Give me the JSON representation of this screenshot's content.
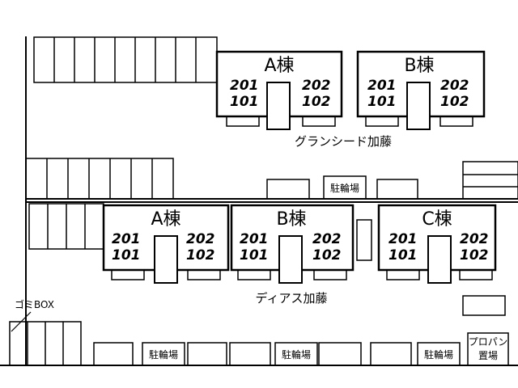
{
  "complexes": [
    {
      "name": "グランシード加藤",
      "buildings": [
        {
          "name": "A棟",
          "units_upper": [
            "201",
            "202"
          ],
          "units_lower": [
            "101",
            "102"
          ]
        },
        {
          "name": "B棟",
          "units_upper": [
            "201",
            "202"
          ],
          "units_lower": [
            "101",
            "102"
          ]
        }
      ]
    },
    {
      "name": "ディアス加藤",
      "buildings": [
        {
          "name": "A棟",
          "units_upper": [
            "201",
            "202"
          ],
          "units_lower": [
            "101",
            "102"
          ]
        },
        {
          "name": "B棟",
          "units_upper": [
            "201",
            "202"
          ],
          "units_lower": [
            "101",
            "102"
          ]
        },
        {
          "name": "C棟",
          "units_upper": [
            "201",
            "202"
          ],
          "units_lower": [
            "101",
            "102"
          ]
        }
      ]
    }
  ],
  "bike_parking_label": "駐輪場",
  "garbage_label": "ゴミBOX",
  "propane_label_line1": "プロパン",
  "propane_label_line2": "置場"
}
